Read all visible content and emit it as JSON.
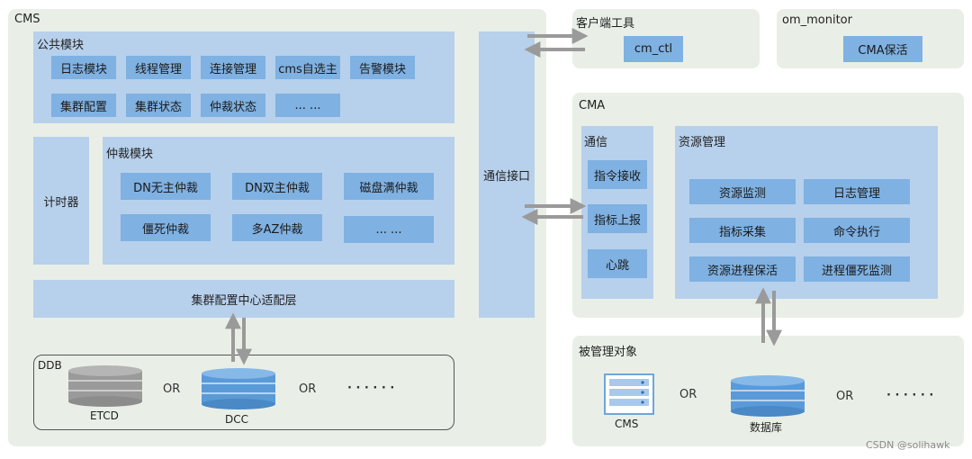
{
  "cms": {
    "title": "CMS",
    "public": {
      "title": "公共模块",
      "items": [
        "日志模块",
        "线程管理",
        "连接管理",
        "cms自选主",
        "告警模块",
        "集群配置",
        "集群状态",
        "仲裁状态",
        "... ..."
      ]
    },
    "timer": "计时器",
    "arbitration": {
      "title": "仲裁模块",
      "items": [
        "DN无主仲裁",
        "DN双主仲裁",
        "磁盘满仲裁",
        "僵死仲裁",
        "多AZ仲裁",
        "... ..."
      ]
    },
    "adapter": "集群配置中心适配层",
    "comm": "通信接口",
    "ddb": {
      "title": "DDB",
      "etcd": "ETCD",
      "or1": "OR",
      "dcc": "DCC",
      "or2": "OR",
      "more": "· · · · · ·"
    }
  },
  "client_tools": {
    "title": "客户端工具",
    "item": "cm_ctl"
  },
  "om_monitor": {
    "title": "om_monitor",
    "item": "CMA保活"
  },
  "cma": {
    "title": "CMA",
    "comm": {
      "title": "通信",
      "items": [
        "指令接收",
        "指标上报",
        "心跳"
      ]
    },
    "resource": {
      "title": "资源管理",
      "items": [
        "资源监测",
        "日志管理",
        "指标采集",
        "命令执行",
        "资源进程保活",
        "进程僵死监测"
      ]
    }
  },
  "managed": {
    "title": "被管理对象",
    "cms": "CMS",
    "or1": "OR",
    "db": "数据库",
    "or2": "OR",
    "more": "· · · · · ·"
  },
  "watermark": "CSDN @solihawk",
  "colors": {
    "panel": "#e9efe7",
    "section": "#b7d0ec",
    "chip": "#7fb1e2",
    "arrow": "#9a9a9a"
  }
}
